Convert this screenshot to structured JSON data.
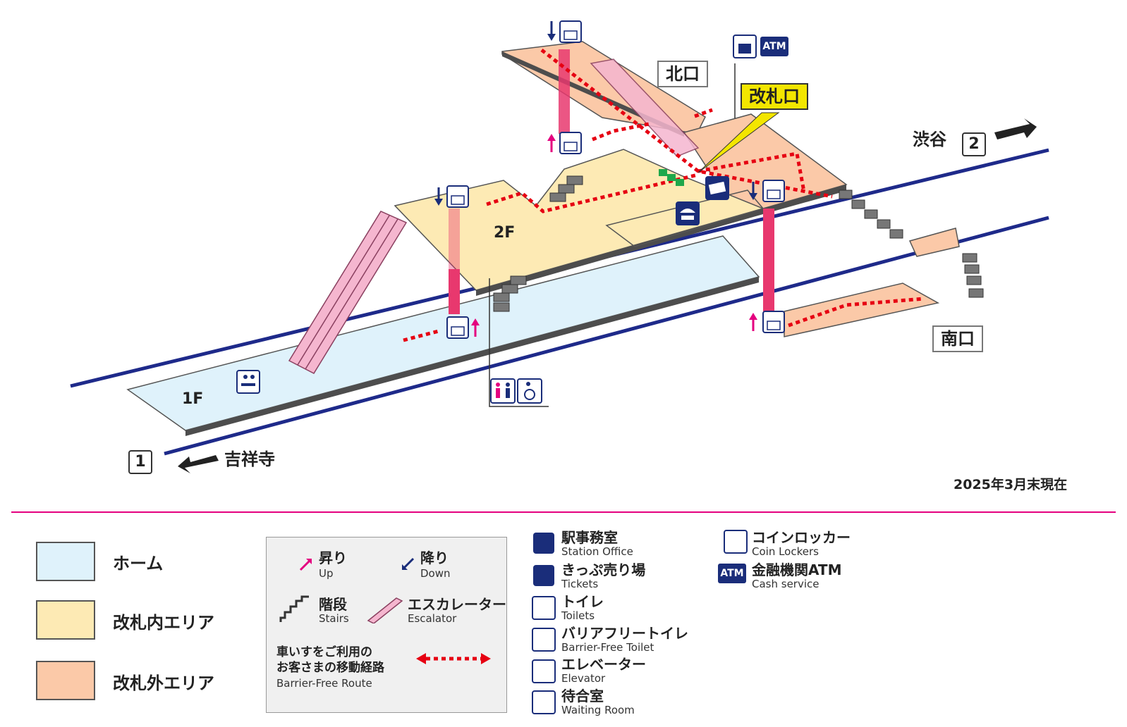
{
  "labels": {
    "north_exit": "北口",
    "south_exit": "南口",
    "ticket_gate": "改札口",
    "floor_2f": "2F",
    "floor_1f": "1F",
    "dir_shibuya": "渋谷",
    "dir_kichijoji": "吉祥寺",
    "track_1": "1",
    "track_2": "2",
    "atm_icon_text": "ATM",
    "as_of": "2025年3月末現在"
  },
  "legend": {
    "areas": [
      {
        "label": "ホーム",
        "color": "#dff2fb"
      },
      {
        "label": "改札内エリア",
        "color": "#fdeab4"
      },
      {
        "label": "改札外エリア",
        "color": "#fbc9a8"
      }
    ],
    "panel": {
      "up_jp": "昇り",
      "up_en": "Up",
      "down_jp": "降り",
      "down_en": "Down",
      "stairs_jp": "階段",
      "stairs_en": "Stairs",
      "escalator_jp": "エスカレーター",
      "escalator_en": "Escalator",
      "route_jp_1": "車いすをご利用の",
      "route_jp_2": "お客さまの移動経路",
      "route_en": "Barrier-Free Route"
    },
    "facilities": [
      {
        "jp": "駅事務室",
        "en": "Station Office",
        "icon": "station-office-icon"
      },
      {
        "jp": "きっぷ売り場",
        "en": "Tickets",
        "icon": "ticket-icon"
      },
      {
        "jp": "トイレ",
        "en": "Toilets",
        "icon": "toilet-icon"
      },
      {
        "jp": "バリアフリートイレ",
        "en": "Barrier-Free Toilet",
        "icon": "wheelchair-icon"
      },
      {
        "jp": "エレベーター",
        "en": "Elevator",
        "icon": "elevator-icon"
      },
      {
        "jp": "待合室",
        "en": "Waiting Room",
        "icon": "waiting-room-icon"
      },
      {
        "jp": "コインロッカー",
        "en": "Coin Lockers",
        "icon": "coin-locker-icon"
      },
      {
        "jp": "金融機関ATM",
        "en": "Cash service",
        "icon": "atm-icon"
      }
    ]
  },
  "colors": {
    "platform": "#dff2fb",
    "paid_area": "#fdeab4",
    "unpaid_area": "#fbc9a8",
    "track_line": "#1e2a8a",
    "route_red": "#e60012",
    "icon_blue": "#1a2d7a",
    "escalator_pink": "#f5b6cf",
    "elevator_red": "#e8386e",
    "divider_magenta": "#e4007f"
  }
}
